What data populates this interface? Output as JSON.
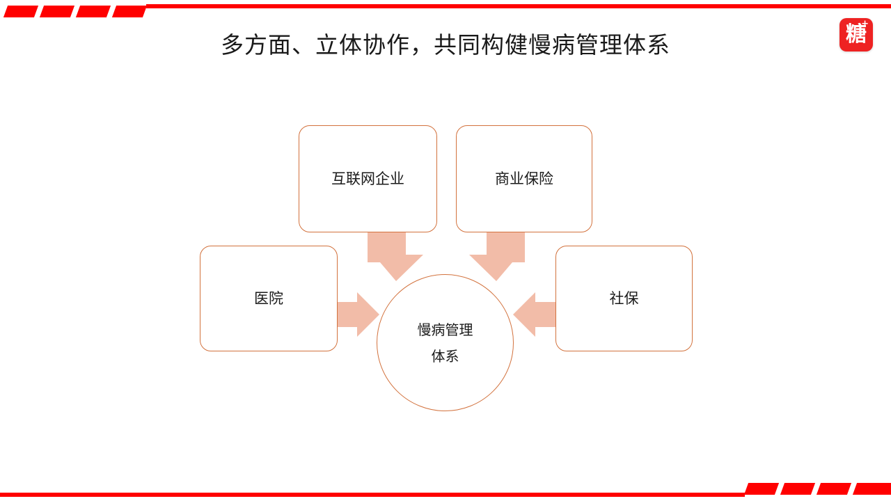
{
  "slide": {
    "title": "多方面、立体协作，共同构健慢病管理体系",
    "background_color": "#FFFFFF"
  },
  "branding": {
    "logo_char": "糖",
    "logo_superscript": "+",
    "logo_color": "#EE2222",
    "accent_color": "#FF0000"
  },
  "decoration": {
    "top_bar_color": "#FF0000",
    "bottom_bar_color": "#FF0000",
    "parallelogram_count_top": 4,
    "parallelogram_count_bottom": 4
  },
  "diagram": {
    "type": "hub-and-spoke",
    "node_border_color": "#D2713C",
    "arrow_color": "#F2BCA8",
    "hub": {
      "shape": "circle",
      "label_line1": "慢病管理",
      "label_line2": "体系"
    },
    "nodes": [
      {
        "id": "internet",
        "label": "互联网企业",
        "position": "top-left"
      },
      {
        "id": "insurance",
        "label": "商业保险",
        "position": "top-right"
      },
      {
        "id": "hospital",
        "label": "医院",
        "position": "left"
      },
      {
        "id": "social",
        "label": "社保",
        "position": "right"
      }
    ],
    "arrows": [
      {
        "from": "internet",
        "to": "hub",
        "direction": "down-right"
      },
      {
        "from": "insurance",
        "to": "hub",
        "direction": "down-left"
      },
      {
        "from": "hospital",
        "to": "hub",
        "direction": "right"
      },
      {
        "from": "social",
        "to": "hub",
        "direction": "left"
      }
    ]
  }
}
